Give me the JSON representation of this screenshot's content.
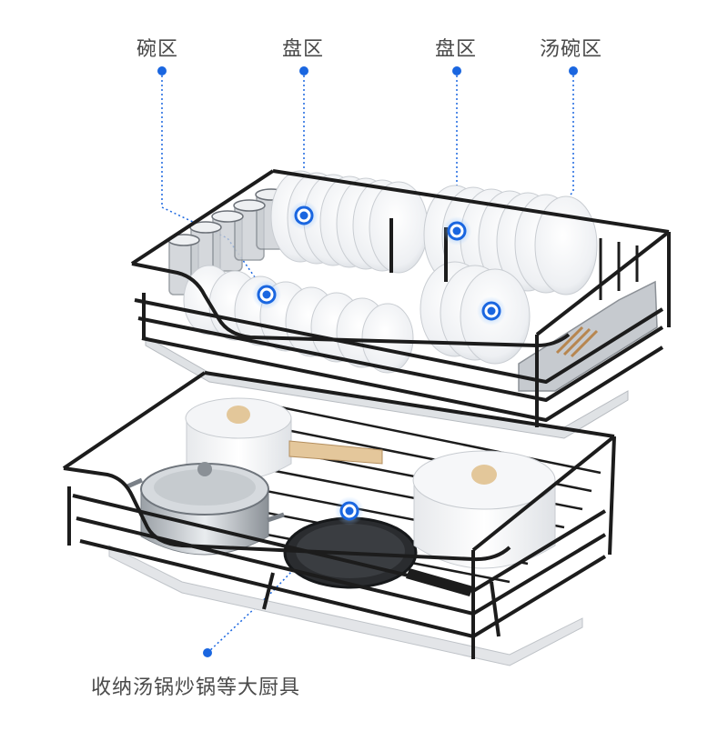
{
  "labels": {
    "bowl_zone": "碗区",
    "plate_zone_1": "盘区",
    "plate_zone_2": "盘区",
    "soup_bowl_zone": "汤碗区",
    "bottom_caption": "收纳汤锅炒锅等大厨具"
  },
  "colors": {
    "accent_blue": "#1a66e0",
    "rack_black": "#1c1c1c",
    "plate_white": "#f7f8fa",
    "tray_gray": "#cfd2d6"
  }
}
